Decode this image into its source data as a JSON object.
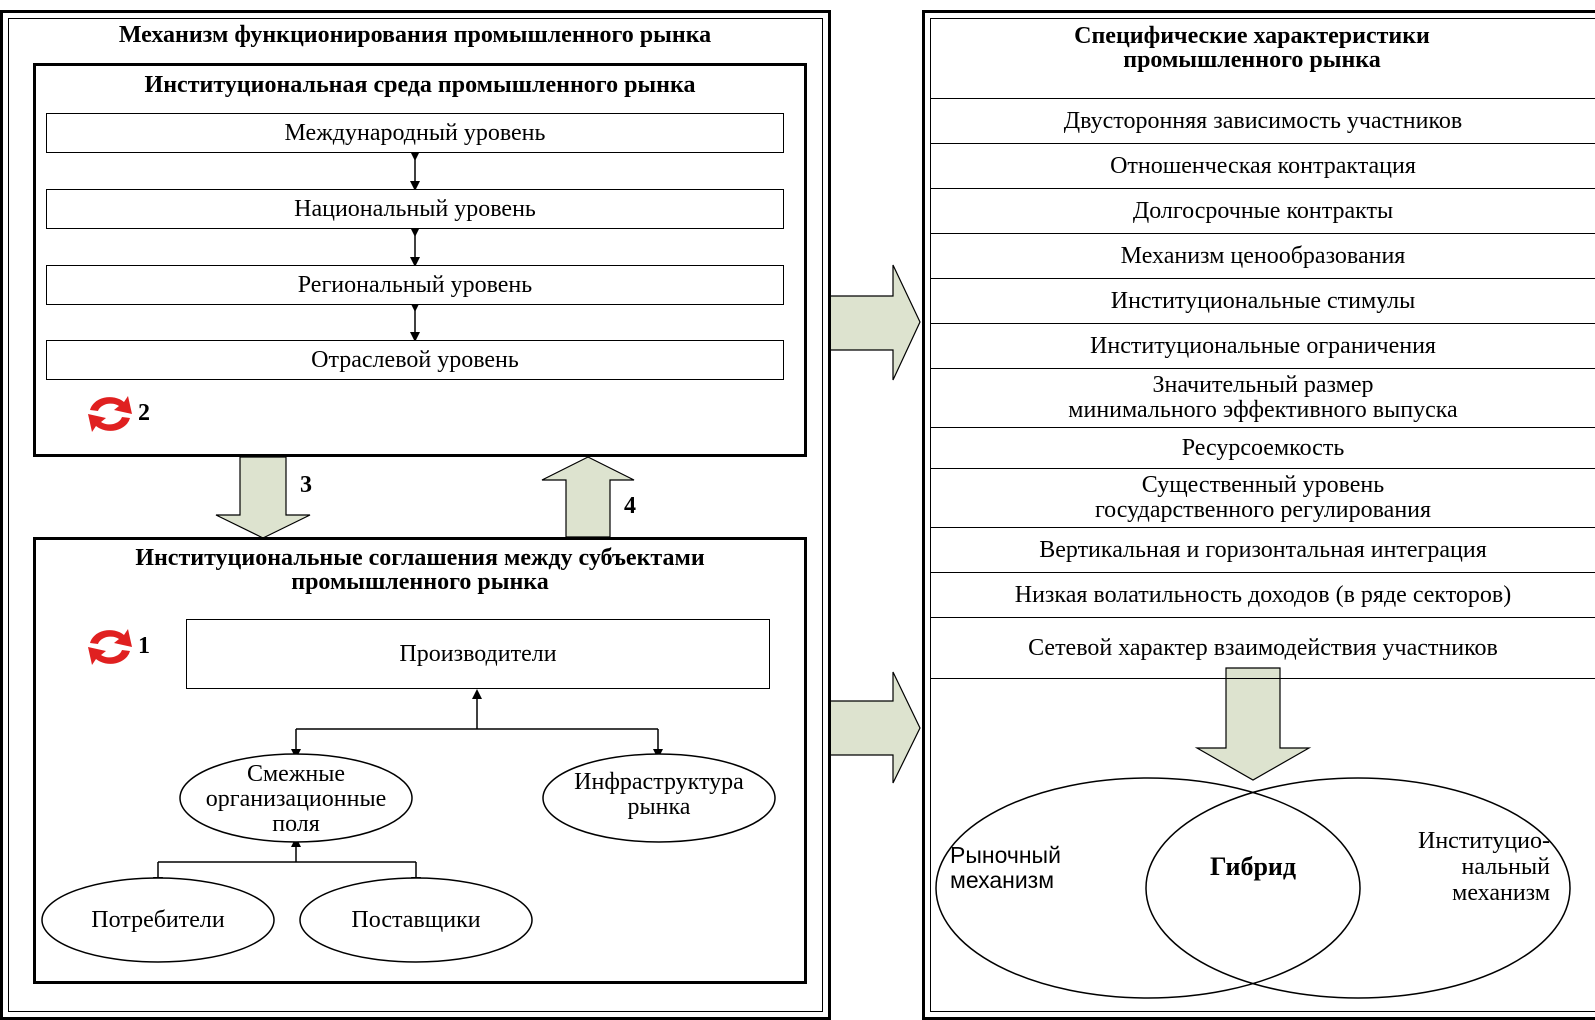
{
  "left": {
    "title": "Механизм функционирования промышленного рынка",
    "env": {
      "title": "Институциональная среда промышленного рынка",
      "levels": [
        "Международный уровень",
        "Национальный уровень",
        "Региональный уровень",
        "Отраслевой уровень"
      ],
      "cycle_number": "2"
    },
    "agreements": {
      "title_line1": "Институциональные соглашения между субъектами",
      "title_line2": "промышленного рынка",
      "cycle_number": "1",
      "producers": "Производители",
      "adjacent": [
        "Смежные",
        "организационные",
        "поля"
      ],
      "infrastructure": [
        "Инфраструктура",
        "рынка"
      ],
      "consumers": "Потребители",
      "suppliers": "Поставщики"
    },
    "arrow_down_label": "3",
    "arrow_up_label": "4"
  },
  "right": {
    "title_line1": "Специфические характеристики",
    "title_line2": "промышленного рынка",
    "rows": [
      [
        "Двусторонняя зависимость участников"
      ],
      [
        "Отношенческая контрактация"
      ],
      [
        "Долгосрочные контракты"
      ],
      [
        "Механизм ценообразования"
      ],
      [
        "Институциональные стимулы"
      ],
      [
        "Институциональные ограничения"
      ],
      [
        "Значительный размер",
        "минимального эффективного выпуска"
      ],
      [
        "Ресурсоемкость"
      ],
      [
        "Существенный уровень",
        "государственного регулирования"
      ],
      [
        "Вертикальная и горизонтальная интеграция"
      ],
      [
        "Низкая волатильность доходов (в ряде секторов)"
      ],
      [
        "Сетевой характер взаимодействия участников"
      ]
    ],
    "market": [
      "Рыночный",
      "механизм"
    ],
    "hybrid": "Гибрид",
    "institutional": [
      "Институцио-",
      "нальный",
      "механизм"
    ]
  },
  "colors": {
    "arrow_fill": "#dde3cf",
    "cycle_red": "#e02020"
  }
}
